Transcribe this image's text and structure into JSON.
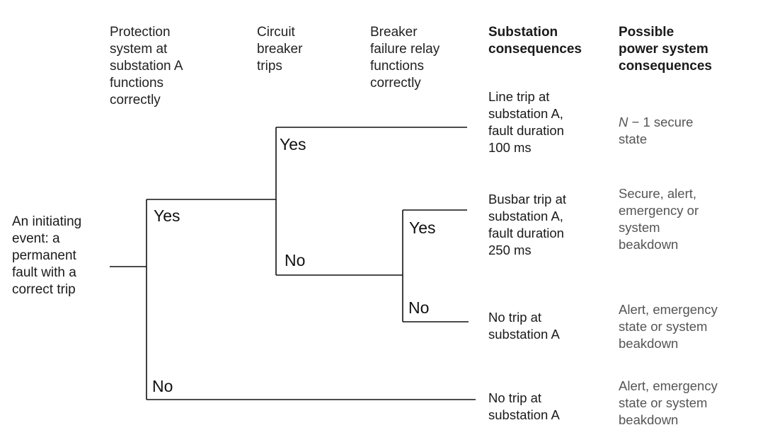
{
  "headers": {
    "protection": "Protection\nsystem at\nsubstation A\nfunctions\ncorrectly",
    "breaker_trips": "Circuit\nbreaker\ntrips",
    "failure_relay": "Breaker\nfailure relay\nfunctions\ncorrectly",
    "substation_consequences": "Substation\nconsequences",
    "power_system_consequences": "Possible\npower system\nconsequences"
  },
  "initiating_event": "An initiating\nevent: a\npermanent\nfault with a\ncorrect trip",
  "branch_labels": {
    "protection_yes": "Yes",
    "protection_no": "No",
    "breaker_yes": "Yes",
    "breaker_no": "No",
    "relay_yes": "Yes",
    "relay_no": "No"
  },
  "outcomes": [
    {
      "substation": "Line trip at\nsubstation A,\nfault duration\n100 ms",
      "power_system_prefix": "N",
      "power_system": " − 1 secure\nstate"
    },
    {
      "substation": "Busbar trip at\nsubstation A,\nfault duration\n250 ms",
      "power_system": "Secure, alert,\nemergency or\nsystem\nbeakdown"
    },
    {
      "substation": "No trip at\nsubstation A",
      "power_system": "Alert, emergency\nstate or system\nbeakdown"
    },
    {
      "substation": "No trip at\nsubstation A",
      "power_system": "Alert, emergency\nstate or system\nbeakdown"
    }
  ]
}
